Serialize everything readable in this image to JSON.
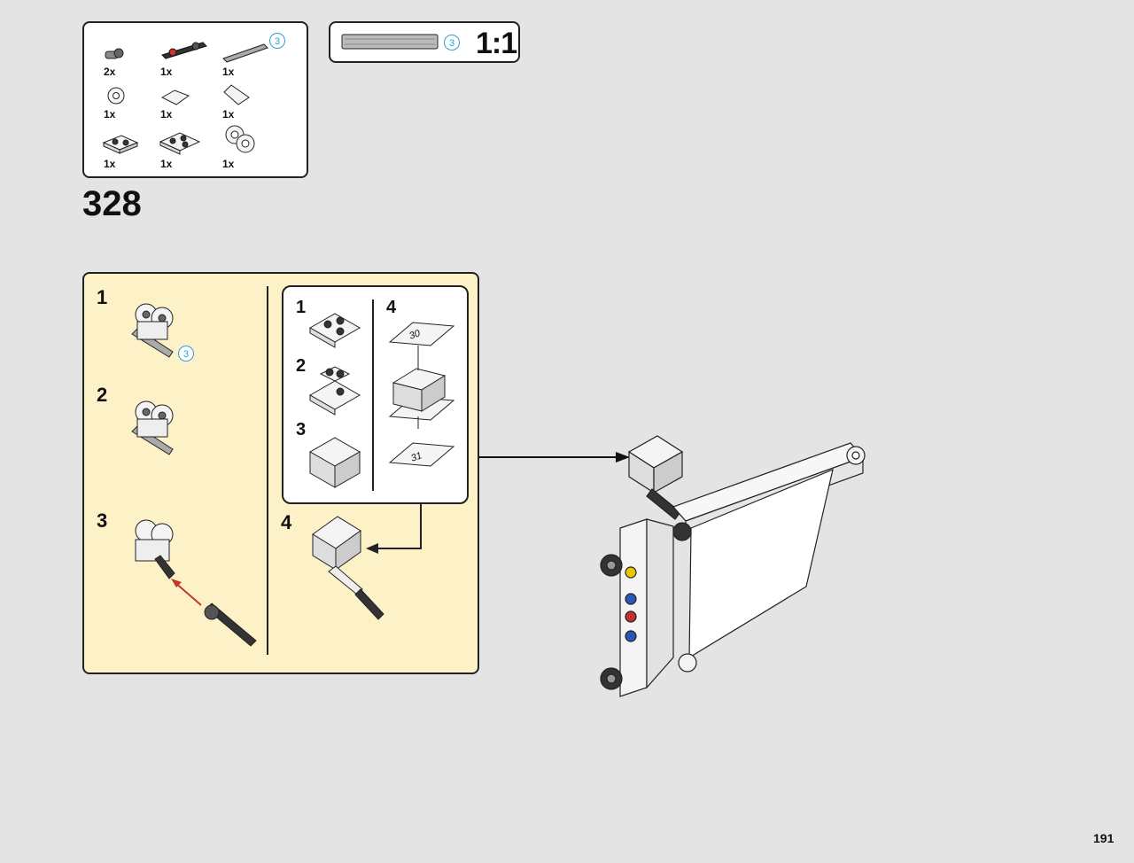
{
  "parts_list": [
    {
      "qty": "2x",
      "icon": "axle-pin-icon"
    },
    {
      "qty": "1x",
      "icon": "black-pin-connector-icon"
    },
    {
      "qty": "1x",
      "icon": "axle-3-icon",
      "length": "3"
    },
    {
      "qty": "1x",
      "icon": "white-bush-icon"
    },
    {
      "qty": "1x",
      "icon": "curved-slope-tile-icon"
    },
    {
      "qty": "1x",
      "icon": "wedge-tile-icon"
    },
    {
      "qty": "1x",
      "icon": "plate-1x2-icon"
    },
    {
      "qty": "1x",
      "icon": "corner-plate-icon"
    },
    {
      "qty": "1x",
      "icon": "cross-axle-connector-icon"
    }
  ],
  "scale": {
    "axle_length": "3",
    "label": "1:1"
  },
  "step_number": "328",
  "submodel": {
    "steps": [
      {
        "num": "1",
        "axle_length": "3"
      },
      {
        "num": "2"
      },
      {
        "num": "3"
      },
      {
        "num": "4"
      }
    ],
    "substeps": [
      {
        "num": "1"
      },
      {
        "num": "2"
      },
      {
        "num": "3"
      },
      {
        "num": "4",
        "sticker_a": "30",
        "sticker_b": "31"
      }
    ]
  },
  "page_number": "191"
}
